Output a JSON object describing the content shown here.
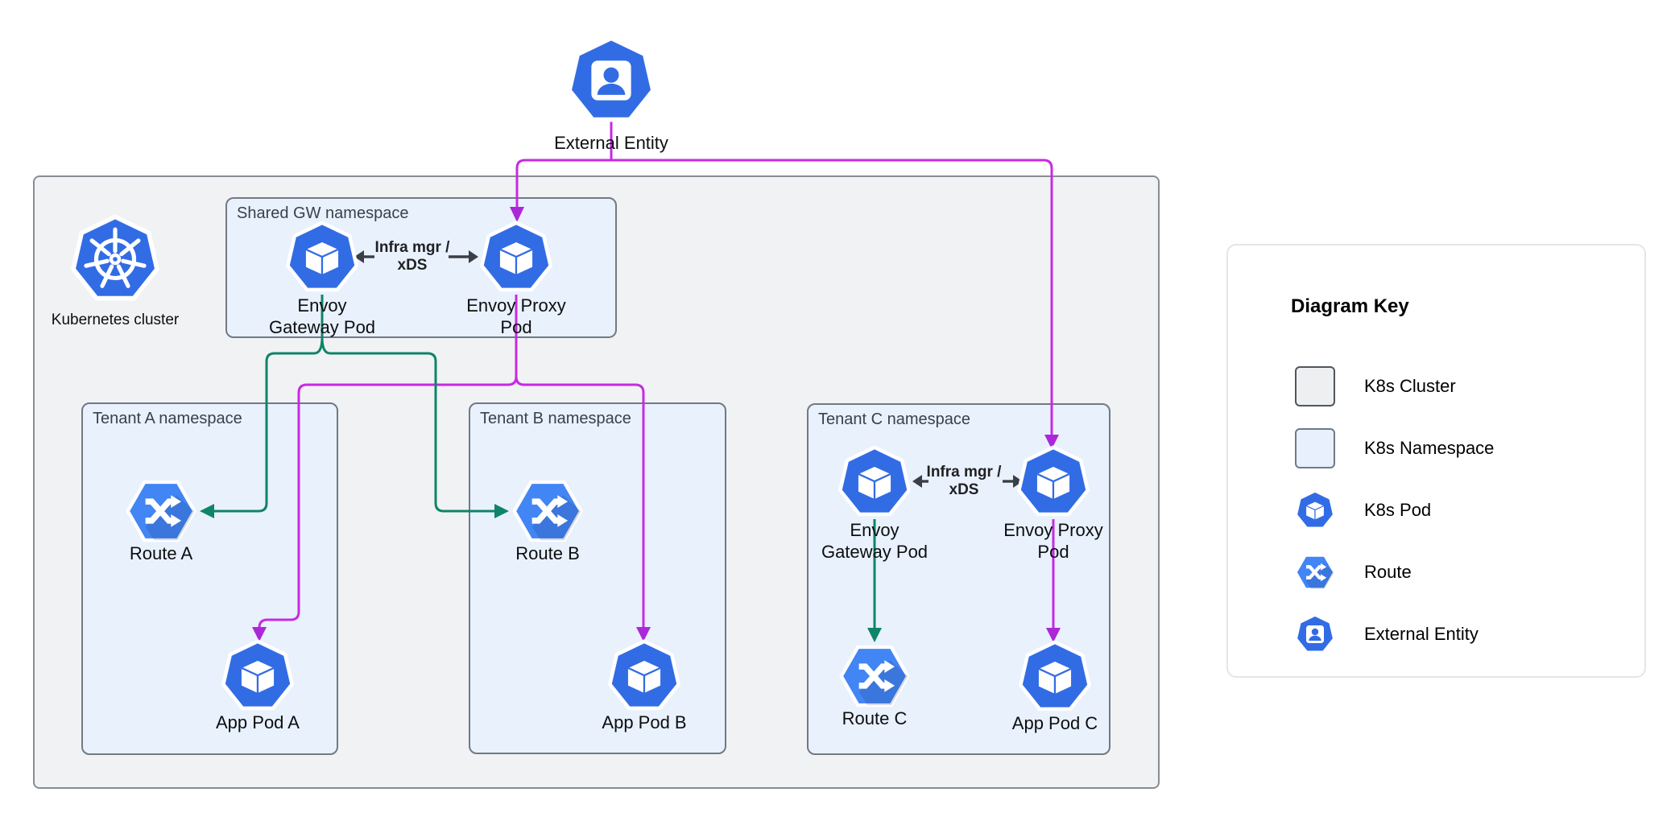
{
  "colors": {
    "pod_blue": "#326CE5",
    "route_blue": "#4285F4",
    "magenta": "#C62BE3",
    "magenta_arrow": "#AB28D8",
    "green": "#0F8468",
    "cluster_fill": "#F1F2F4",
    "cluster_border": "#878D93",
    "ns_fill": "#E9F1FC",
    "ns_border": "#707A84",
    "ns_title": "#36424E",
    "legend_border": "#E2E6EA",
    "ink": "#0C0E10",
    "xds": "#3A3F45"
  },
  "external_entity": {
    "label": "External Entity"
  },
  "cluster": {
    "label": "Kubernetes cluster"
  },
  "shared_ns": {
    "title": "Shared GW namespace",
    "gateway_pod_line1": "Envoy",
    "gateway_pod_line2": "Gateway Pod",
    "proxy_pod_line1": "Envoy Proxy",
    "proxy_pod_line2": "Pod",
    "xds_line1": "Infra mgr /",
    "xds_line2": "xDS"
  },
  "tenant_a": {
    "title": "Tenant A namespace",
    "route": "Route A",
    "app_pod": "App Pod A"
  },
  "tenant_b": {
    "title": "Tenant B namespace",
    "route": "Route B",
    "app_pod": "App Pod B"
  },
  "tenant_c": {
    "title": "Tenant C namespace",
    "gateway_pod_line1": "Envoy",
    "gateway_pod_line2": "Gateway Pod",
    "proxy_pod_line1": "Envoy Proxy",
    "proxy_pod_line2": "Pod",
    "xds_line1": "Infra mgr /",
    "xds_line2": "xDS",
    "route": "Route C",
    "app_pod": "App Pod C"
  },
  "legend": {
    "title": "Diagram Key",
    "items": [
      {
        "label": "K8s Cluster"
      },
      {
        "label": "K8s Namespace"
      },
      {
        "label": "K8s Pod"
      },
      {
        "label": "Route"
      },
      {
        "label": "External Entity"
      }
    ]
  }
}
